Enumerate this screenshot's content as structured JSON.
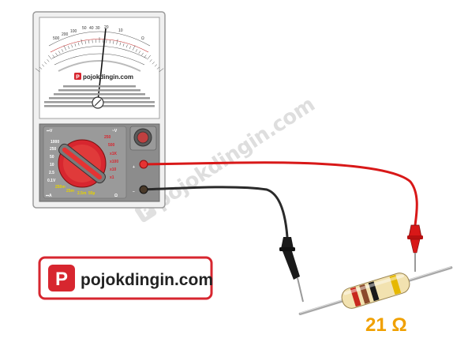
{
  "meter": {
    "scale_top_labels": [
      "500",
      "200",
      "100",
      "50",
      "40",
      "30",
      "20",
      "10"
    ],
    "scale_ohm_symbol": "Ω",
    "screen_logo_text": "pojokdingin.com",
    "screen_logo_glyph": "P",
    "panel_label_dcv": "⎓V",
    "panel_label_acv": "~V",
    "panel_label_ohm": "Ω",
    "panel_label_ma": "⎓A",
    "dial_left_labels": [
      "1000",
      "250",
      "50",
      "10",
      "2.5",
      "0.1V"
    ],
    "dial_right_labels": [
      "250",
      "500",
      "x1K",
      "x100",
      "x10",
      "x1"
    ],
    "dial_bottom_labels": [
      "250m",
      "25m",
      "2.5m",
      "50µ"
    ],
    "jack_plus": "+",
    "jack_minus": "−",
    "colors": {
      "body": "#f2f2f2",
      "screen": "#ffffff",
      "lower_panel": "#8a8a8a",
      "dial_knob": "#e03030"
    }
  },
  "probes": {
    "red_color": "#d81818",
    "black_color": "#2a2a2a"
  },
  "resistor": {
    "value_label": "21 Ω",
    "label_color": "#f0a000",
    "body_color": "#f2e2b0",
    "bands": [
      "#c8281e",
      "#8b4a2b",
      "#1a1a1a",
      "#e6b800"
    ]
  },
  "brand_badge": {
    "glyph": "P",
    "text": "pojokdingin.com",
    "color": "#d7262f"
  },
  "watermark": {
    "text": "pojokdingin.com",
    "glyph": "P"
  }
}
